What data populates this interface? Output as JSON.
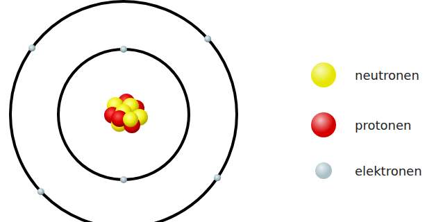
{
  "diagram": {
    "legend": [
      {
        "text": "neutronen",
        "color": "#e6e600"
      },
      {
        "text": "protonen",
        "color": "#d40000"
      },
      {
        "text": "elektronen",
        "color": "#a9c0c6"
      }
    ]
  }
}
